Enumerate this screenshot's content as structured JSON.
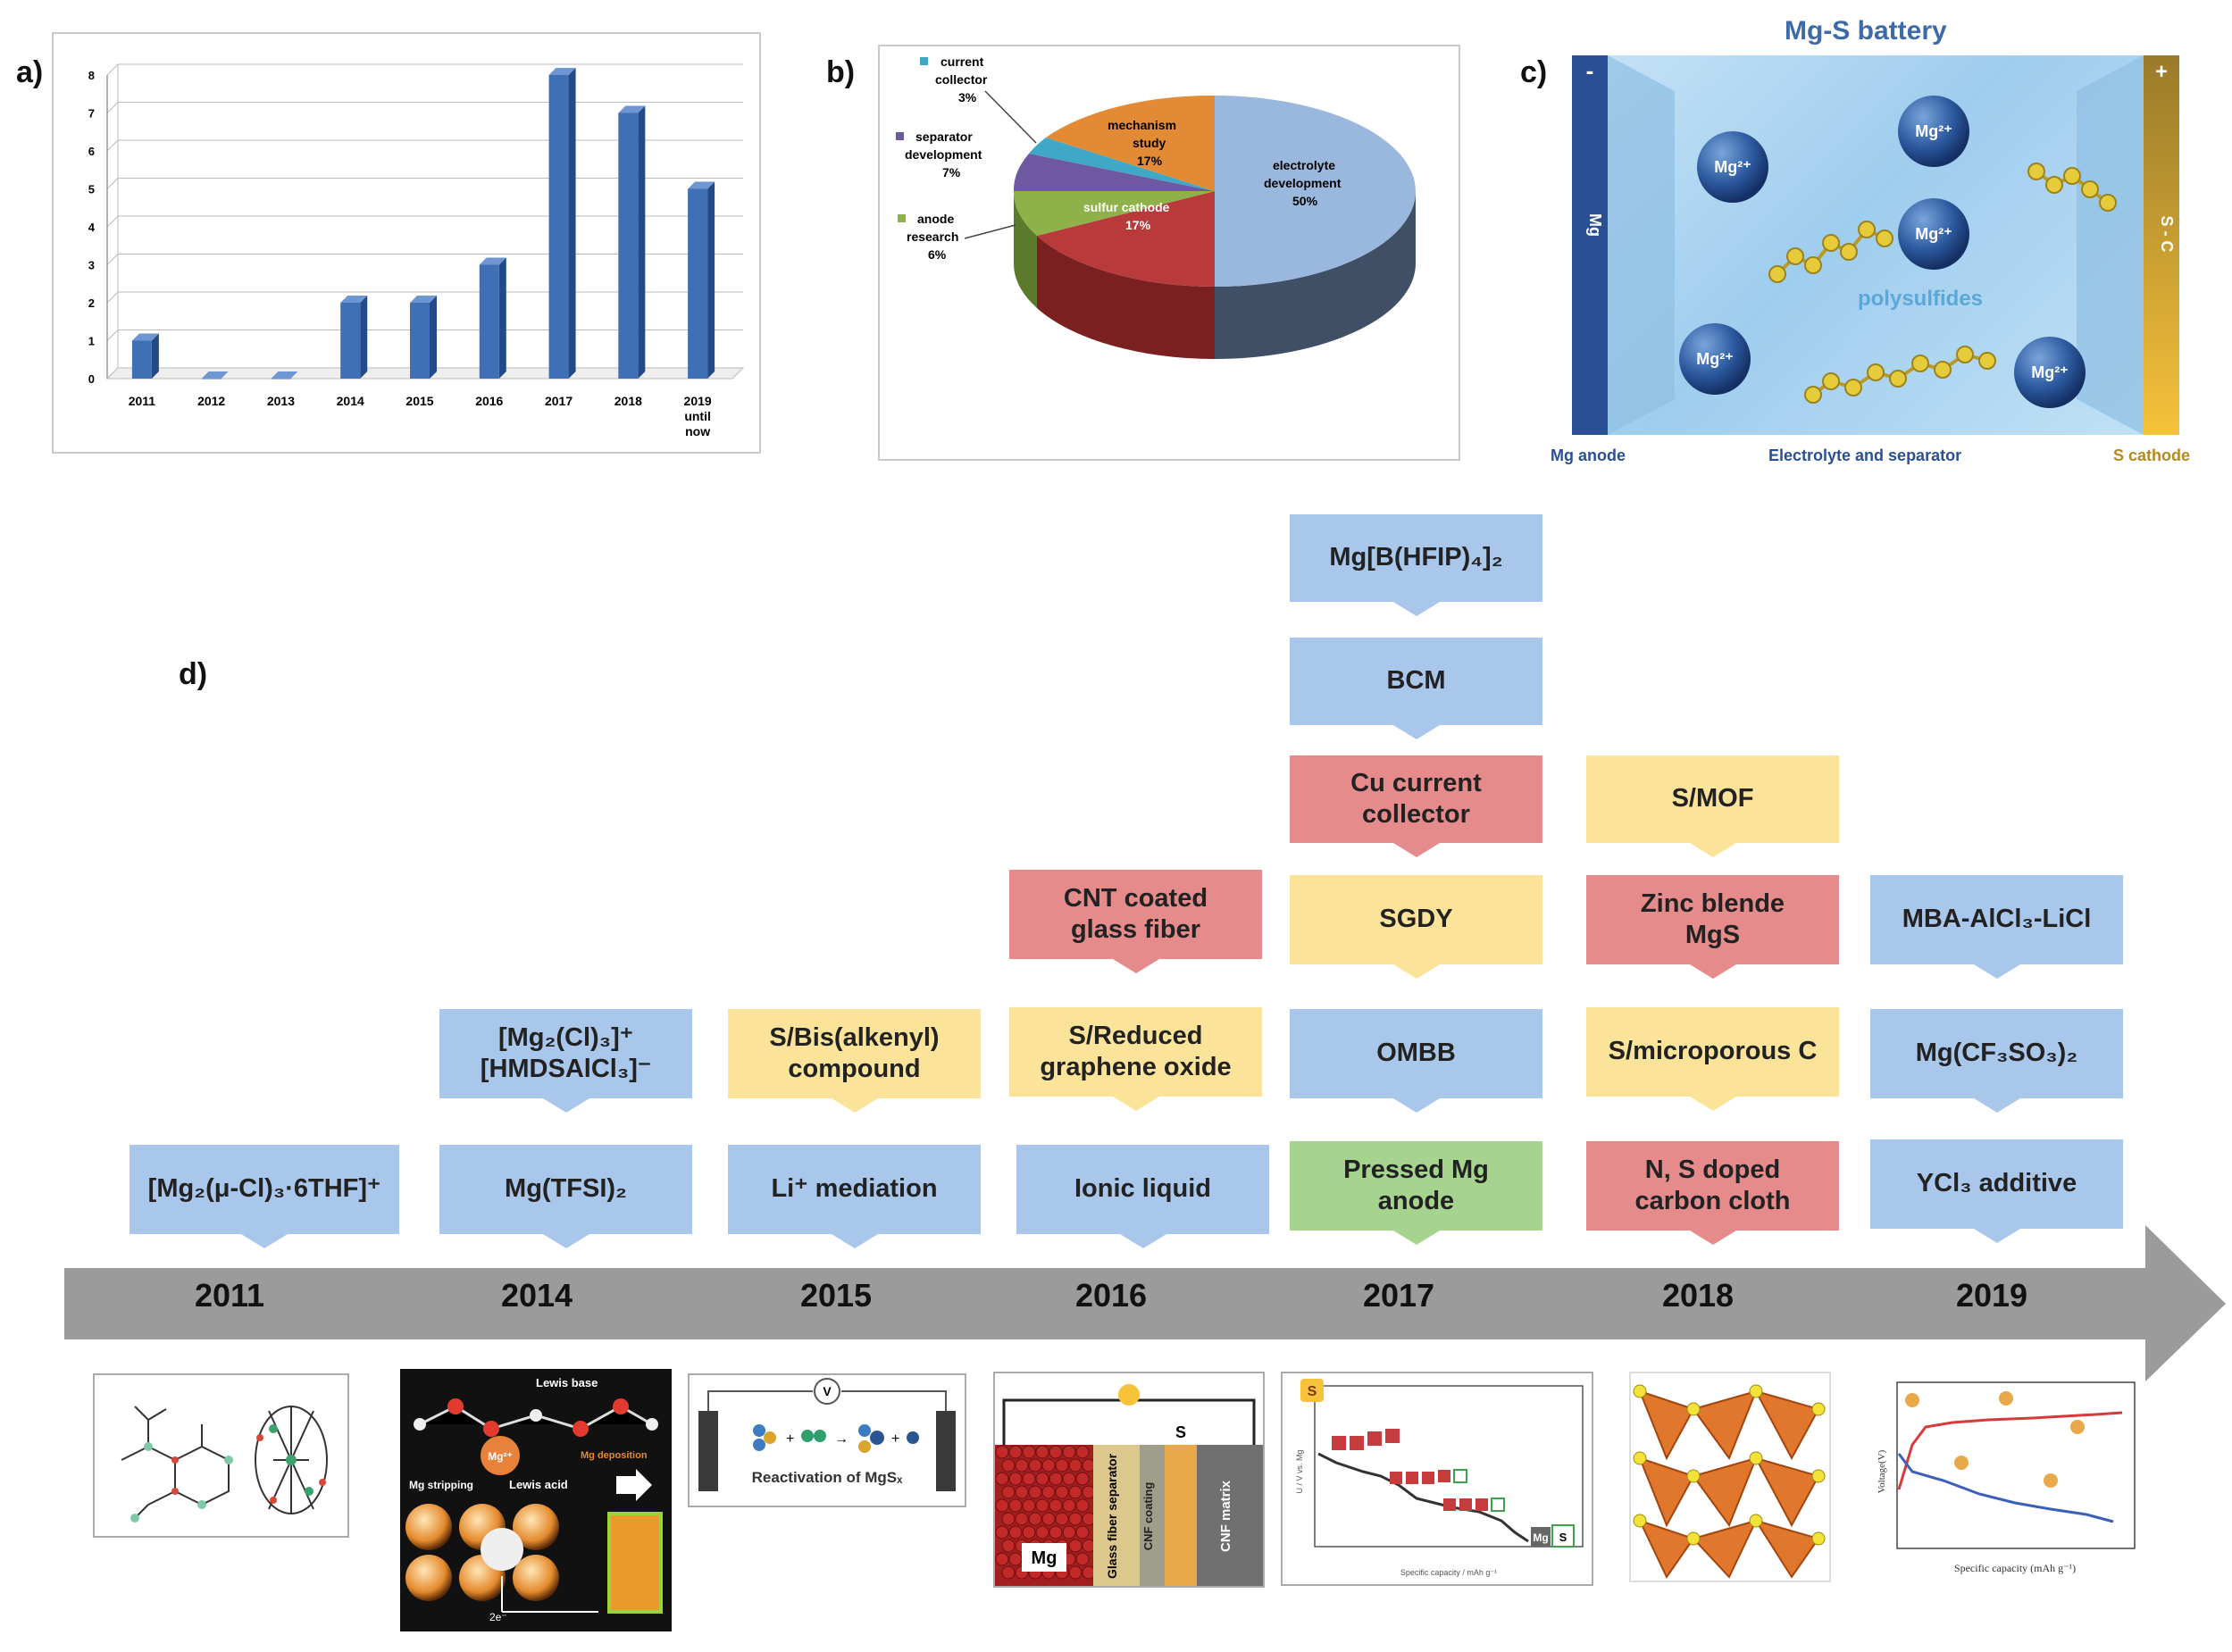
{
  "panel_a": {
    "label": "a)",
    "chart_data": {
      "type": "bar",
      "categories": [
        "2011",
        "2012",
        "2013",
        "2014",
        "2015",
        "2016",
        "2017",
        "2018",
        "2019 until now"
      ],
      "values": [
        1,
        0,
        0,
        2,
        2,
        3,
        8,
        7,
        5
      ],
      "ylim": [
        0,
        8
      ],
      "yticks": [
        "0",
        "1",
        "2",
        "3",
        "4",
        "5",
        "6",
        "7",
        "8"
      ],
      "grid": true,
      "bar_color": "#3f6fb5"
    }
  },
  "panel_b": {
    "label": "b)",
    "chart_data": {
      "type": "pie",
      "slices": [
        {
          "name": "electrolyte development",
          "value": 50,
          "text": "50%",
          "color": "#9ab8dd"
        },
        {
          "name": "sulfur cathode",
          "value": 17,
          "text": "17%",
          "color": "#b83a3a"
        },
        {
          "name": "anode research",
          "value": 6,
          "text": "6%",
          "color": "#8fb14a"
        },
        {
          "name": "separator development",
          "value": 7,
          "text": "7%",
          "color": "#6e58a2"
        },
        {
          "name": "current collector",
          "value": 3,
          "text": "3%",
          "color": "#3fa8c6"
        },
        {
          "name": "mechanism study",
          "value": 17,
          "text": "17%",
          "color": "#e38a35"
        }
      ]
    }
  },
  "panel_c": {
    "label": "c)",
    "title": "Mg-S battery",
    "anode_label": "Mg anode",
    "electrolyte_label": "Electrolyte and separator",
    "cathode_label": "S cathode",
    "anode_text": "Mg",
    "cathode_text": "S - C",
    "minus": "-",
    "plus": "+",
    "ion": "Mg",
    "ion_charge": "2+",
    "polysulfides": "polysulfides"
  },
  "panel_d": {
    "label": "d)",
    "years": [
      "2011",
      "2014",
      "2015",
      "2016",
      "2017",
      "2018",
      "2019"
    ],
    "boxes": {
      "y2011_0": "[Mg₂(μ-Cl)₃·6THF]⁺",
      "y2014_0": "Mg(TFSI)₂",
      "y2014_1": "[Mg₂(Cl)₃]⁺\n[HMDSAlCl₃]⁻",
      "y2015_0": "Li⁺ mediation",
      "y2015_1": "S/Bis(alkenyl)\ncompound",
      "y2016_0": "Ionic liquid",
      "y2016_1": "S/Reduced\ngraphene oxide",
      "y2016_2": "CNT coated\nglass fiber",
      "y2017_0": "Pressed Mg\nanode",
      "y2017_1": "OMBB",
      "y2017_2": "SGDY",
      "y2017_3": "Cu current\ncollector",
      "y2017_4": "BCM",
      "y2017_5": "Mg[B(HFIP)₄]₂",
      "y2018_0": "N, S doped\ncarbon cloth",
      "y2018_1": "S/microporous C",
      "y2018_2": "Zinc blende\nMgS",
      "y2018_3": "S/MOF",
      "y2019_0": "YCl₃ additive",
      "y2019_1": "Mg(CF₃SO₃)₂",
      "y2019_2": "MBA-AlCl₃-LiCl"
    },
    "thumbs": {
      "t2014_base": "Lewis base",
      "t2014_acid": "Lewis acid",
      "t2014_strip": "Mg stripping",
      "t2014_dep": "Mg deposition",
      "t2014_ion": "Mg²⁺",
      "t2014_e": "2e⁻",
      "t2015_caption": "Reactivation of MgSₓ",
      "t2015_v": "V",
      "t2016_mg": "Mg",
      "t2016_gf": "Glass fiber separator",
      "t2016_cnf": "CNF coating",
      "t2016_s": "S",
      "t2016_matrix": "CNF matrix",
      "t2017_s": "S",
      "t2017_mg": "Mg",
      "t2017_s2": "S",
      "t2017_ylabel": "U / V vs. Mg",
      "t2017_xlabel": "Specific capacity / mAh g⁻¹",
      "t2019_xlabel": "Specific capacity (mAh g⁻¹)",
      "t2019_ylabel": "Voltage(V)"
    }
  }
}
